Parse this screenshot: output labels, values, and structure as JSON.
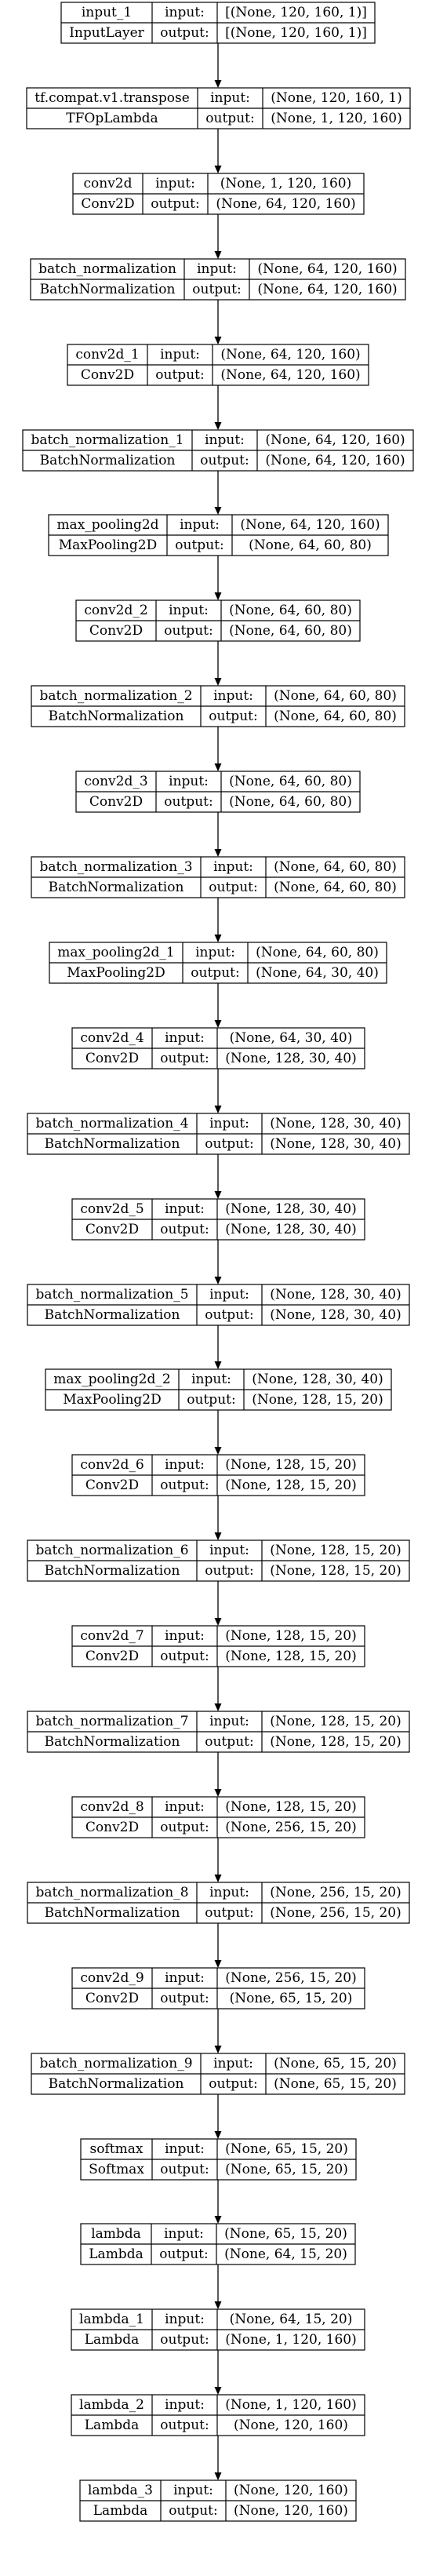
{
  "nodes": [
    {
      "name": "input_1",
      "type": "InputLayer",
      "input": "[(None, 120, 160, 1)]",
      "output": "[(None, 120, 160, 1)]"
    },
    {
      "name": "tf.compat.v1.transpose",
      "type": "TFOpLambda",
      "input": "(None, 120, 160, 1)",
      "output": "(None, 1, 120, 160)"
    },
    {
      "name": "conv2d",
      "type": "Conv2D",
      "input": "(None, 1, 120, 160)",
      "output": "(None, 64, 120, 160)"
    },
    {
      "name": "batch_normalization",
      "type": "BatchNormalization",
      "input": "(None, 64, 120, 160)",
      "output": "(None, 64, 120, 160)"
    },
    {
      "name": "conv2d_1",
      "type": "Conv2D",
      "input": "(None, 64, 120, 160)",
      "output": "(None, 64, 120, 160)"
    },
    {
      "name": "batch_normalization_1",
      "type": "BatchNormalization",
      "input": "(None, 64, 120, 160)",
      "output": "(None, 64, 120, 160)"
    },
    {
      "name": "max_pooling2d",
      "type": "MaxPooling2D",
      "input": "(None, 64, 120, 160)",
      "output": "(None, 64, 60, 80)"
    },
    {
      "name": "conv2d_2",
      "type": "Conv2D",
      "input": "(None, 64, 60, 80)",
      "output": "(None, 64, 60, 80)"
    },
    {
      "name": "batch_normalization_2",
      "type": "BatchNormalization",
      "input": "(None, 64, 60, 80)",
      "output": "(None, 64, 60, 80)"
    },
    {
      "name": "conv2d_3",
      "type": "Conv2D",
      "input": "(None, 64, 60, 80)",
      "output": "(None, 64, 60, 80)"
    },
    {
      "name": "batch_normalization_3",
      "type": "BatchNormalization",
      "input": "(None, 64, 60, 80)",
      "output": "(None, 64, 60, 80)"
    },
    {
      "name": "max_pooling2d_1",
      "type": "MaxPooling2D",
      "input": "(None, 64, 60, 80)",
      "output": "(None, 64, 30, 40)"
    },
    {
      "name": "conv2d_4",
      "type": "Conv2D",
      "input": "(None, 64, 30, 40)",
      "output": "(None, 128, 30, 40)"
    },
    {
      "name": "batch_normalization_4",
      "type": "BatchNormalization",
      "input": "(None, 128, 30, 40)",
      "output": "(None, 128, 30, 40)"
    },
    {
      "name": "conv2d_5",
      "type": "Conv2D",
      "input": "(None, 128, 30, 40)",
      "output": "(None, 128, 30, 40)"
    },
    {
      "name": "batch_normalization_5",
      "type": "BatchNormalization",
      "input": "(None, 128, 30, 40)",
      "output": "(None, 128, 30, 40)"
    },
    {
      "name": "max_pooling2d_2",
      "type": "MaxPooling2D",
      "input": "(None, 128, 30, 40)",
      "output": "(None, 128, 15, 20)"
    },
    {
      "name": "conv2d_6",
      "type": "Conv2D",
      "input": "(None, 128, 15, 20)",
      "output": "(None, 128, 15, 20)"
    },
    {
      "name": "batch_normalization_6",
      "type": "BatchNormalization",
      "input": "(None, 128, 15, 20)",
      "output": "(None, 128, 15, 20)"
    },
    {
      "name": "conv2d_7",
      "type": "Conv2D",
      "input": "(None, 128, 15, 20)",
      "output": "(None, 128, 15, 20)"
    },
    {
      "name": "batch_normalization_7",
      "type": "BatchNormalization",
      "input": "(None, 128, 15, 20)",
      "output": "(None, 128, 15, 20)"
    },
    {
      "name": "conv2d_8",
      "type": "Conv2D",
      "input": "(None, 128, 15, 20)",
      "output": "(None, 256, 15, 20)"
    },
    {
      "name": "batch_normalization_8",
      "type": "BatchNormalization",
      "input": "(None, 256, 15, 20)",
      "output": "(None, 256, 15, 20)"
    },
    {
      "name": "conv2d_9",
      "type": "Conv2D",
      "input": "(None, 256, 15, 20)",
      "output": "(None, 65, 15, 20)"
    },
    {
      "name": "batch_normalization_9",
      "type": "BatchNormalization",
      "input": "(None, 65, 15, 20)",
      "output": "(None, 65, 15, 20)"
    },
    {
      "name": "softmax",
      "type": "Softmax",
      "input": "(None, 65, 15, 20)",
      "output": "(None, 65, 15, 20)"
    },
    {
      "name": "lambda",
      "type": "Lambda",
      "input": "(None, 65, 15, 20)",
      "output": "(None, 64, 15, 20)"
    },
    {
      "name": "lambda_1",
      "type": "Lambda",
      "input": "(None, 64, 15, 20)",
      "output": "(None, 1, 120, 160)"
    },
    {
      "name": "lambda_2",
      "type": "Lambda",
      "input": "(None, 1, 120, 160)",
      "output": "(None, 120, 160)"
    },
    {
      "name": "lambda_3",
      "type": "Lambda",
      "input": "(None, 120, 160)",
      "output": "(None, 120, 160)"
    }
  ],
  "labels": {
    "input": "input:",
    "output": "output:"
  }
}
